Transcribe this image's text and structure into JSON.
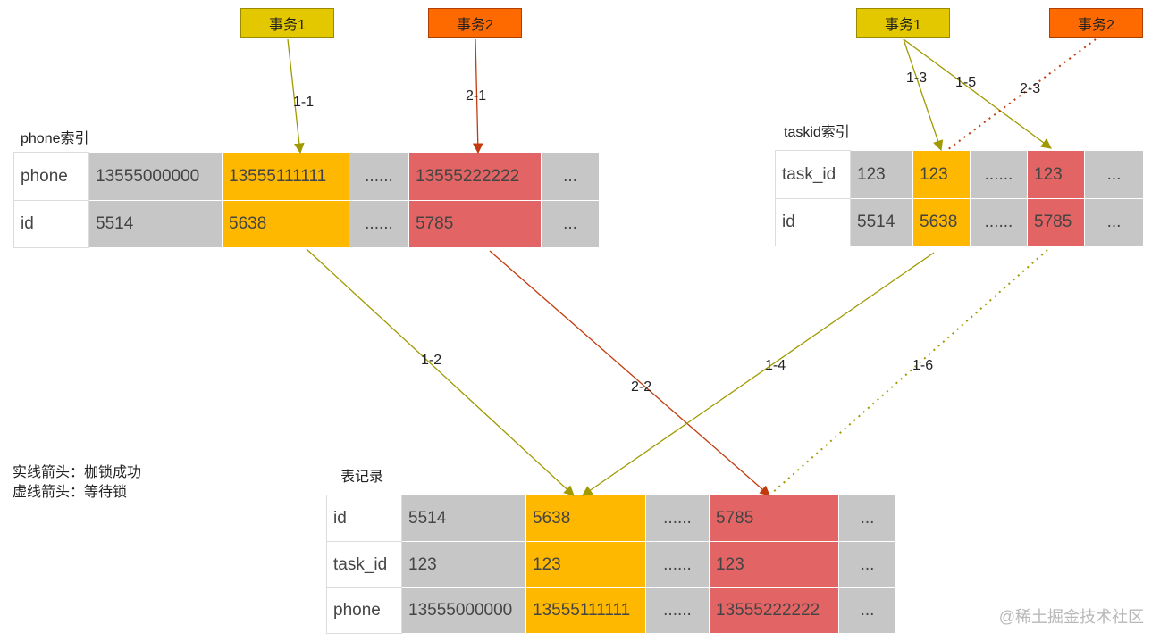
{
  "transactions": {
    "left_t1": "事务1",
    "left_t2": "事务2",
    "right_t1": "事务1",
    "right_t2": "事务2"
  },
  "phone_index": {
    "title": "phone索引",
    "rows": [
      [
        "phone",
        "13555000000",
        "13555111111",
        "......",
        "13555222222",
        "..."
      ],
      [
        "id",
        "5514",
        "5638",
        "......",
        "5785",
        "..."
      ]
    ]
  },
  "taskid_index": {
    "title": "taskid索引",
    "rows": [
      [
        "task_id",
        "123",
        "123",
        "......",
        "123",
        "..."
      ],
      [
        "id",
        "5514",
        "5638",
        "......",
        "5785",
        "..."
      ]
    ]
  },
  "table_record": {
    "title": "表记录",
    "rows": [
      [
        "id",
        "5514",
        "5638",
        "......",
        "5785",
        "..."
      ],
      [
        "task_id",
        "123",
        "123",
        "......",
        "123",
        "..."
      ],
      [
        "phone",
        "13555000000",
        "13555111111",
        "......",
        "13555222222",
        "..."
      ]
    ]
  },
  "edges": {
    "e1_1": "1-1",
    "e2_1": "2-1",
    "e1_2": "1-2",
    "e2_2": "2-2",
    "e1_3": "1-3",
    "e1_5": "1-5",
    "e2_3": "2-3",
    "e1_4": "1-4",
    "e1_6": "1-6"
  },
  "legend": {
    "solid": "实线箭头：枷锁成功",
    "dashed": "虚线箭头：等待锁"
  },
  "watermark": "@稀土掘金技术社区",
  "colors": {
    "txn1": "#e3c800",
    "txn2": "#ff6a00",
    "cell_gray": "#c6c6c6",
    "cell_yellow": "#ffb800",
    "cell_red": "#e26464",
    "arrow_olive": "#a09a00",
    "arrow_red": "#c23b0e"
  }
}
